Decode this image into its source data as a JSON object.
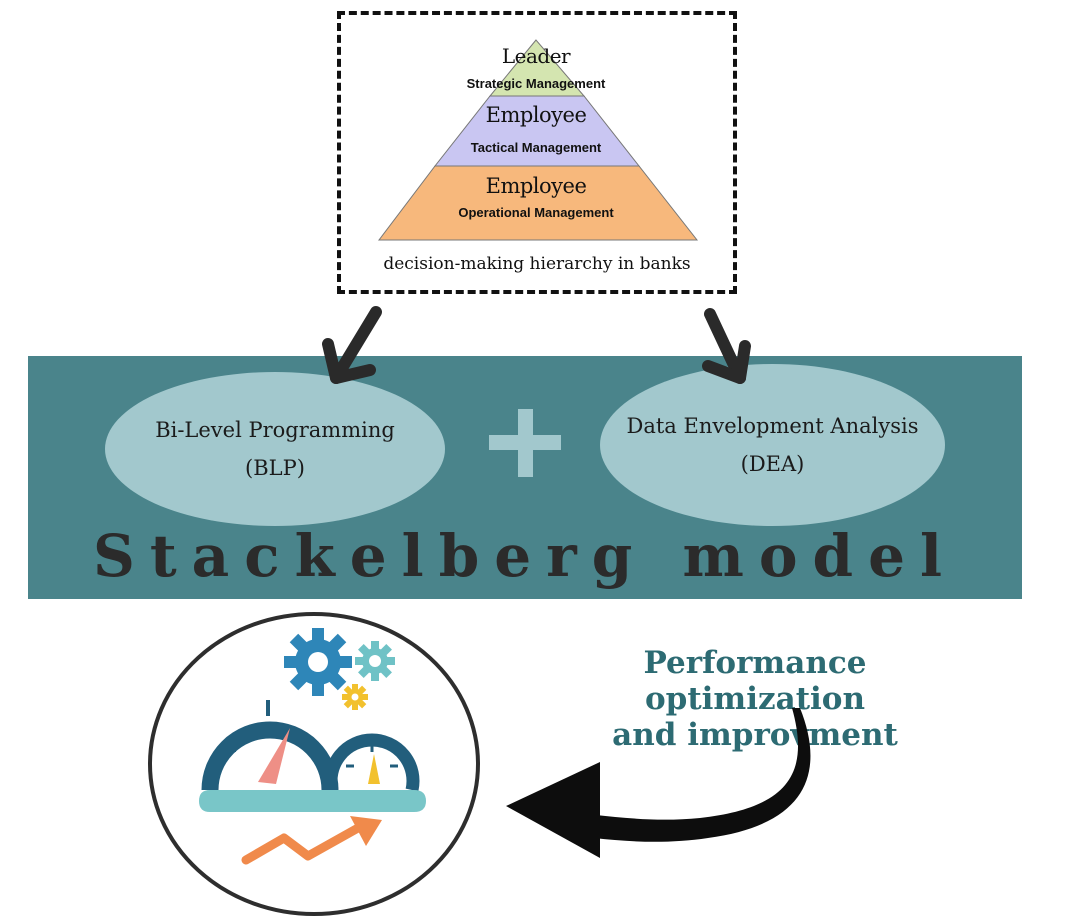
{
  "hierarchy": {
    "levels": [
      {
        "title": "Leader",
        "subtitle": "Strategic Management",
        "color": "#d4e5b0"
      },
      {
        "title": "Employee",
        "subtitle": "Tactical Management",
        "color": "#c9c6f2"
      },
      {
        "title": "Employee",
        "subtitle": "Operational Management",
        "color": "#f7b87c"
      }
    ],
    "caption": "decision-making hierarchy in banks"
  },
  "model": {
    "methods": [
      {
        "line1": "Bi-Level Programming",
        "line2": "(BLP)"
      },
      {
        "line1": "Data Envelopment Analysis",
        "line2": "(DEA)"
      }
    ],
    "title": "Stackelberg model",
    "band_color": "#4a848b",
    "ellipse_color": "#a2c8cd"
  },
  "outcome": {
    "line1": "Performance optimization",
    "line2": "and improvment",
    "text_color": "#2d6b73",
    "icon": "performance-gauge-icon"
  }
}
